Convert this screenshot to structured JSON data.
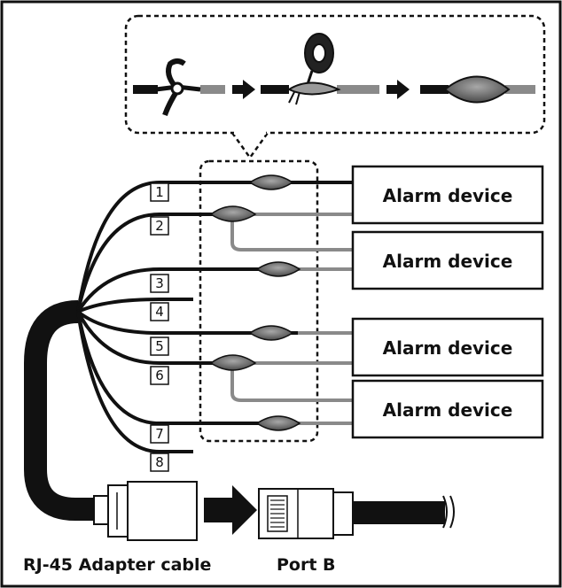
{
  "wire_numbers": [
    "1",
    "2",
    "3",
    "4",
    "5",
    "6",
    "7",
    "8"
  ],
  "alarm_devices": [
    {
      "label": "Alarm device"
    },
    {
      "label": "Alarm device"
    },
    {
      "label": "Alarm device"
    },
    {
      "label": "Alarm device"
    }
  ],
  "captions": {
    "adapter": "RJ-45 Adapter cable",
    "port": "Port B"
  },
  "colors": {
    "line": "#111111",
    "wire_gray": "#8a8a8a",
    "splice": "#6f6f6f",
    "background": "#ffffff"
  }
}
